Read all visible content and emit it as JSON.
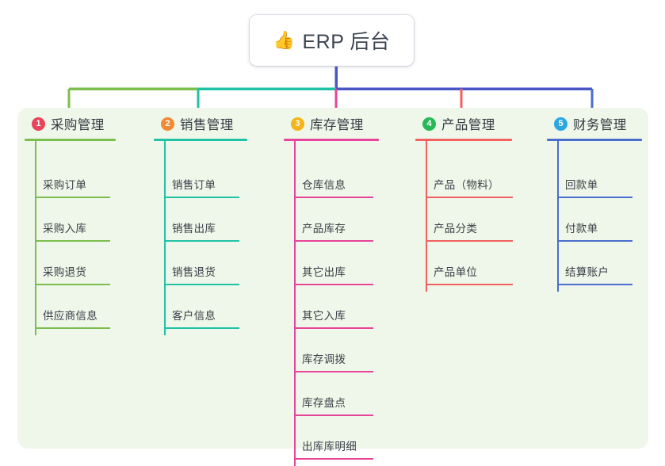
{
  "page": {
    "background": "#ffffff",
    "panel_color": "#eef7e9"
  },
  "root": {
    "icon": "thumbs-up-icon",
    "emoji": "👍",
    "title": "ERP 后台",
    "stem_color": "#4a56c4"
  },
  "columns": [
    {
      "number": "1",
      "title": "采购管理",
      "badge_color": "#e8445a",
      "line_color": "#7cbf4f",
      "items": [
        {
          "label": "采购订单"
        },
        {
          "label": "采购入库"
        },
        {
          "label": "采购退货"
        },
        {
          "label": "供应商信息"
        }
      ]
    },
    {
      "number": "2",
      "title": "销售管理",
      "badge_color": "#f08a33",
      "line_color": "#1fc2a7",
      "items": [
        {
          "label": "销售订单"
        },
        {
          "label": "销售出库"
        },
        {
          "label": "销售退货"
        },
        {
          "label": "客户信息"
        }
      ]
    },
    {
      "number": "3",
      "title": "库存管理",
      "badge_color": "#f5b419",
      "line_color": "#e8459a",
      "items": [
        {
          "label": "仓库信息"
        },
        {
          "label": "产品库存"
        },
        {
          "label": "其它出库"
        },
        {
          "label": "其它入库"
        },
        {
          "label": "库存调拨"
        },
        {
          "label": "库存盘点"
        },
        {
          "label": "出库库明细"
        }
      ]
    },
    {
      "number": "4",
      "title": "产品管理",
      "badge_color": "#27b959",
      "line_color": "#f26060",
      "items": [
        {
          "label": "产品（物料）"
        },
        {
          "label": "产品分类"
        },
        {
          "label": "产品单位"
        }
      ]
    },
    {
      "number": "5",
      "title": "财务管理",
      "badge_color": "#2aa7e0",
      "line_color": "#4a6ecd",
      "items": [
        {
          "label": "回款单"
        },
        {
          "label": "付款单"
        },
        {
          "label": "结算账户"
        }
      ]
    }
  ]
}
